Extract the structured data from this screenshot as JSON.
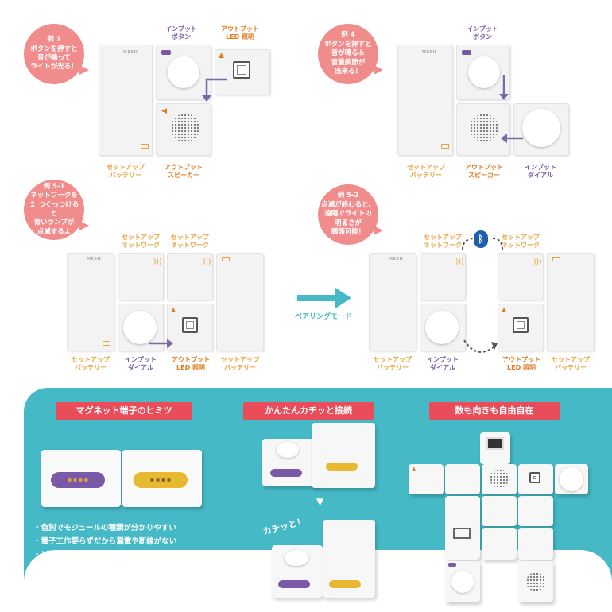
{
  "examples": {
    "ex3": "例 3\nボタンを押すと\n音が鳴って\nライトが光る！",
    "ex4": "例 4\nボタンを押すと\n音が鳴る＆\n音量調節が\n出来る！",
    "ex51": "例 5-1\nネットワークを\n２ つくっつけると\n青いランプが\n点滅するよ",
    "ex52": "例 5-2\n点滅が終わると、\n遠隔でライトの\n明るさが\n調節可能！"
  },
  "labels": {
    "input_button": "インプット\nボタン",
    "output_led": "アウトプット\nLED 照明",
    "setup_battery": "セットアップ\nバッテリー",
    "output_speaker": "アウトプット\nスピーカー",
    "input_dial": "インプット\nダイアル",
    "setup_network": "セットアップ\nネットワーク",
    "pairing_mode": "ペアリングモード"
  },
  "brand": "MESH",
  "features": {
    "magnet": "マグネット端子のヒミツ",
    "click": "かんたんカチッと接続",
    "free": "数も向きも自由自在",
    "click_sound": "カチッと！"
  },
  "bullets": [
    "・色別でモジュールの種類が分かりやすい",
    "・電子工作要らずだから漏電や断線がない",
    "・どの向きで接続しても逆接続にならない"
  ],
  "colors": {
    "bubble": "#f08c8c",
    "teal": "#45b9c6",
    "pill": "#e94d5a",
    "setup": "#e8a23a",
    "input": "#7a5aa6",
    "output": "#e07a1f"
  }
}
